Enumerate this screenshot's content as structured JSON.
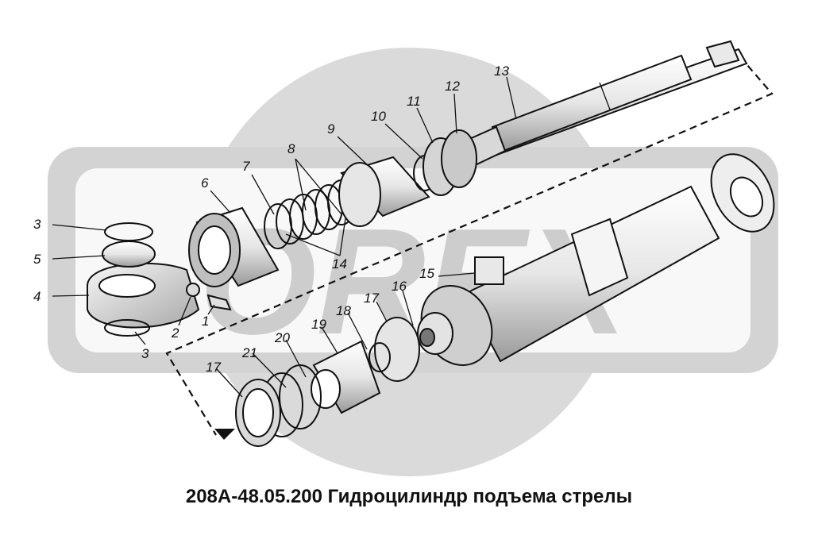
{
  "title": "208А-48.05.200 Гидроцилиндр подъема стрелы",
  "watermark": "OREX",
  "colors": {
    "background": "#ffffff",
    "watermark": "#d9d9d9",
    "line": "#111111",
    "part_fill": "#f2f2f2",
    "shade": "#bdbdbd"
  },
  "callouts": [
    "3",
    "5",
    "4",
    "3",
    "2",
    "1",
    "6",
    "7",
    "8",
    "14",
    "9",
    "10",
    "11",
    "12",
    "13",
    "15",
    "16",
    "17",
    "18",
    "19",
    "20",
    "21",
    "17"
  ]
}
